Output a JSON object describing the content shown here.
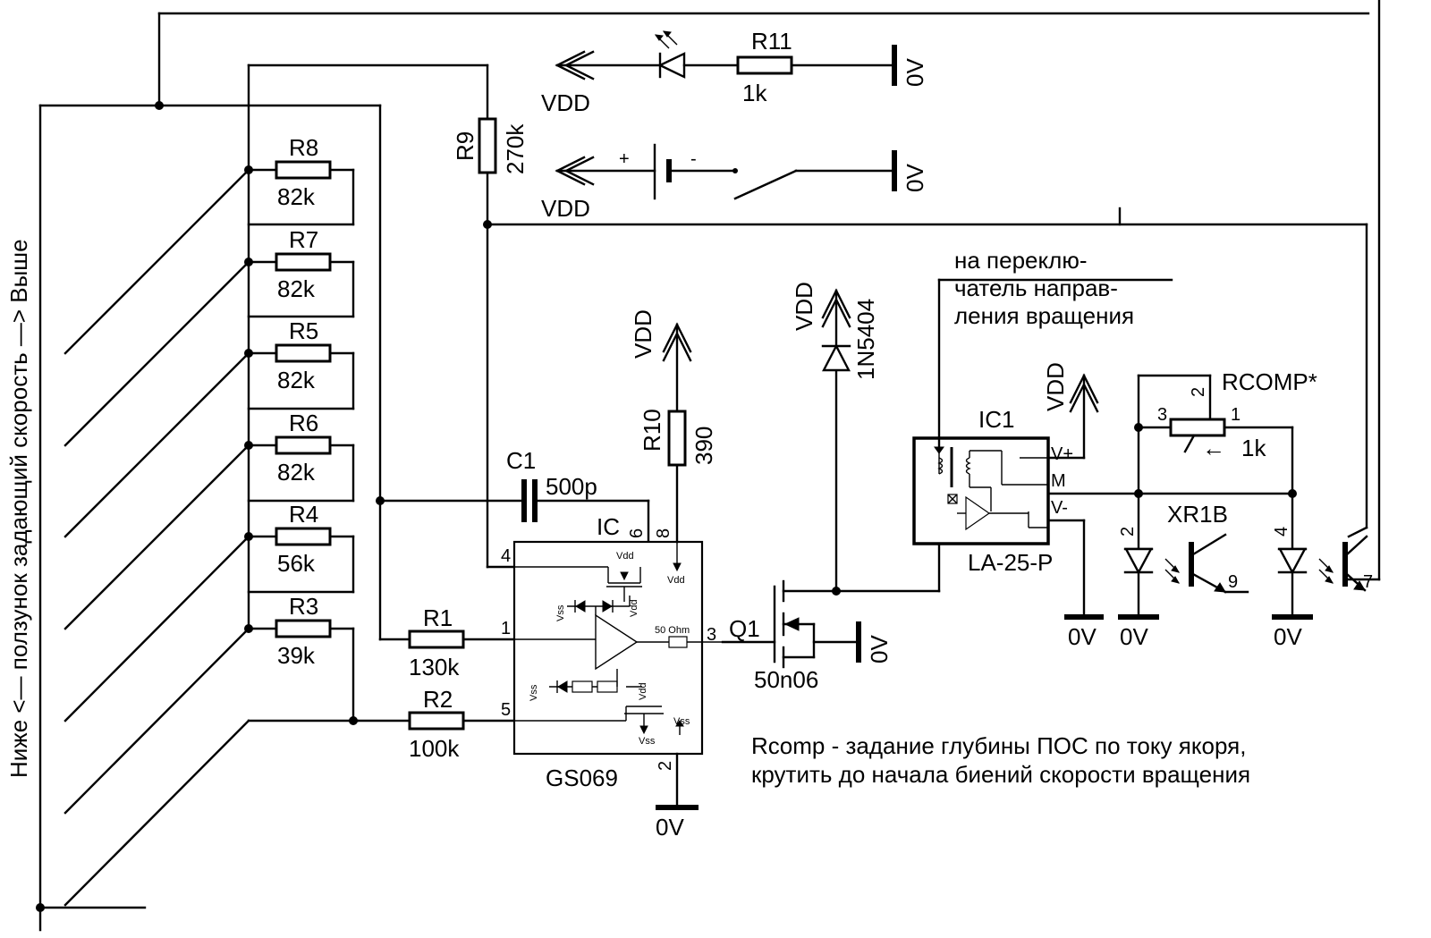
{
  "side_label": "Ниже <— ползунок задающий скорость —> Выше",
  "resistors": [
    {
      "name": "R8",
      "value": "82k"
    },
    {
      "name": "R7",
      "value": "82k"
    },
    {
      "name": "R5",
      "value": "82k"
    },
    {
      "name": "R6",
      "value": "82k"
    },
    {
      "name": "R4",
      "value": "56k"
    },
    {
      "name": "R3",
      "value": "39k"
    },
    {
      "name": "R1",
      "value": "130k"
    },
    {
      "name": "R2",
      "value": "100k"
    },
    {
      "name": "R9",
      "value": "270k"
    },
    {
      "name": "R10",
      "value": "390"
    },
    {
      "name": "R11",
      "value": "1k"
    }
  ],
  "c1": {
    "name": "C1",
    "value": "500p"
  },
  "ic": {
    "name": "IC",
    "part": "GS069",
    "pins": {
      "p1": "1",
      "p2": "2",
      "p3": "3",
      "p4": "4",
      "p5": "5",
      "p6": "6",
      "p8": "8"
    },
    "inner": {
      "vdd": "Vdd",
      "vss": "Vss",
      "ohm": "50 Ohm"
    }
  },
  "q1": {
    "name": "Q1",
    "part": "50n06"
  },
  "diode": {
    "part": "1N5404"
  },
  "ic1": {
    "name": "IC1",
    "part": "LA-25-P",
    "pins": {
      "vp": "V+",
      "m": "M",
      "vm": "V-"
    }
  },
  "rcomp": {
    "name": "RCOMP*",
    "value": "1k",
    "pin1": "1",
    "pin2": "2",
    "pin3": "3",
    "arrow": "←"
  },
  "opto": {
    "name": "XR1B",
    "pin2": "2",
    "pin9": "9",
    "pin4": "4",
    "pin7": "7"
  },
  "supply": {
    "vdd": "VDD",
    "gnd": "0V",
    "plus": "+",
    "minus": "-"
  },
  "direction_note": [
    "на переклю-",
    "чатель направ-",
    "ления вращения"
  ],
  "note": [
    "Rcomp - задание глубины ПОС по току якоря,",
    "крутить до начала биений скорости вращения"
  ]
}
